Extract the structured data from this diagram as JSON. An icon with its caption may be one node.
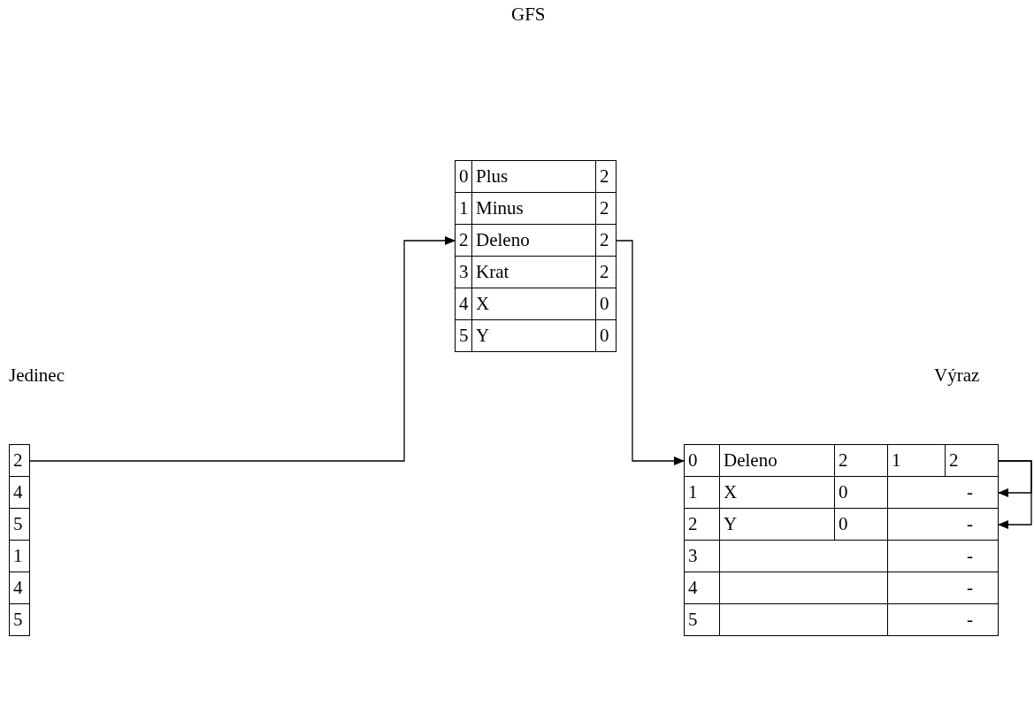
{
  "diagram": {
    "nodes": [
      {
        "text": [
          "GFS"
        ]
      },
      {
        "text": [
          "0",
          "Plus",
          "2"
        ],
        "in": 0
      },
      {
        "text": [
          "1",
          "Minus",
          "2"
        ],
        "in": 0
      },
      {
        "text": [
          "2",
          "Deleno",
          "2"
        ],
        "in": 0
      },
      {
        "text": [
          "3",
          "Krat",
          "2"
        ],
        "in": 0
      },
      {
        "text": [
          "4",
          "X",
          "0"
        ],
        "in": 0
      },
      {
        "text": [
          "5",
          "Y",
          "0"
        ],
        "in": 0
      },
      {
        "text": [
          "Jedinec"
        ]
      },
      {
        "text": [
          "2"
        ],
        "in": 7
      },
      {
        "text": [
          "4"
        ],
        "in": 7
      },
      {
        "text": [
          "5"
        ],
        "in": 7
      },
      {
        "text": [
          "1"
        ],
        "in": 7
      },
      {
        "text": [
          "4"
        ],
        "in": 7
      },
      {
        "text": [
          "5"
        ],
        "in": 7
      },
      {
        "text": [
          "Výraz"
        ]
      },
      {
        "text": [
          "0",
          "Deleno",
          "2",
          "1",
          "2"
        ],
        "in": 14
      },
      {
        "text": [
          "1",
          "X",
          "0",
          "-"
        ],
        "in": 14
      },
      {
        "text": [
          "2",
          "Y",
          "0",
          "-"
        ],
        "in": 14
      },
      {
        "text": [
          "3",
          "-"
        ],
        "in": 14
      },
      {
        "text": [
          "4",
          "-"
        ],
        "in": 14
      },
      {
        "text": [
          "5",
          "-"
        ],
        "in": 14
      }
    ],
    "edges": [
      {
        "from": 8,
        "to": 3,
        "arrow": "to"
      },
      {
        "from": 3,
        "to": 15,
        "arrow": "to"
      },
      {
        "from": 15,
        "to": 16,
        "arrow": "to"
      },
      {
        "from": 15,
        "to": 17,
        "arrow": "to"
      }
    ]
  }
}
